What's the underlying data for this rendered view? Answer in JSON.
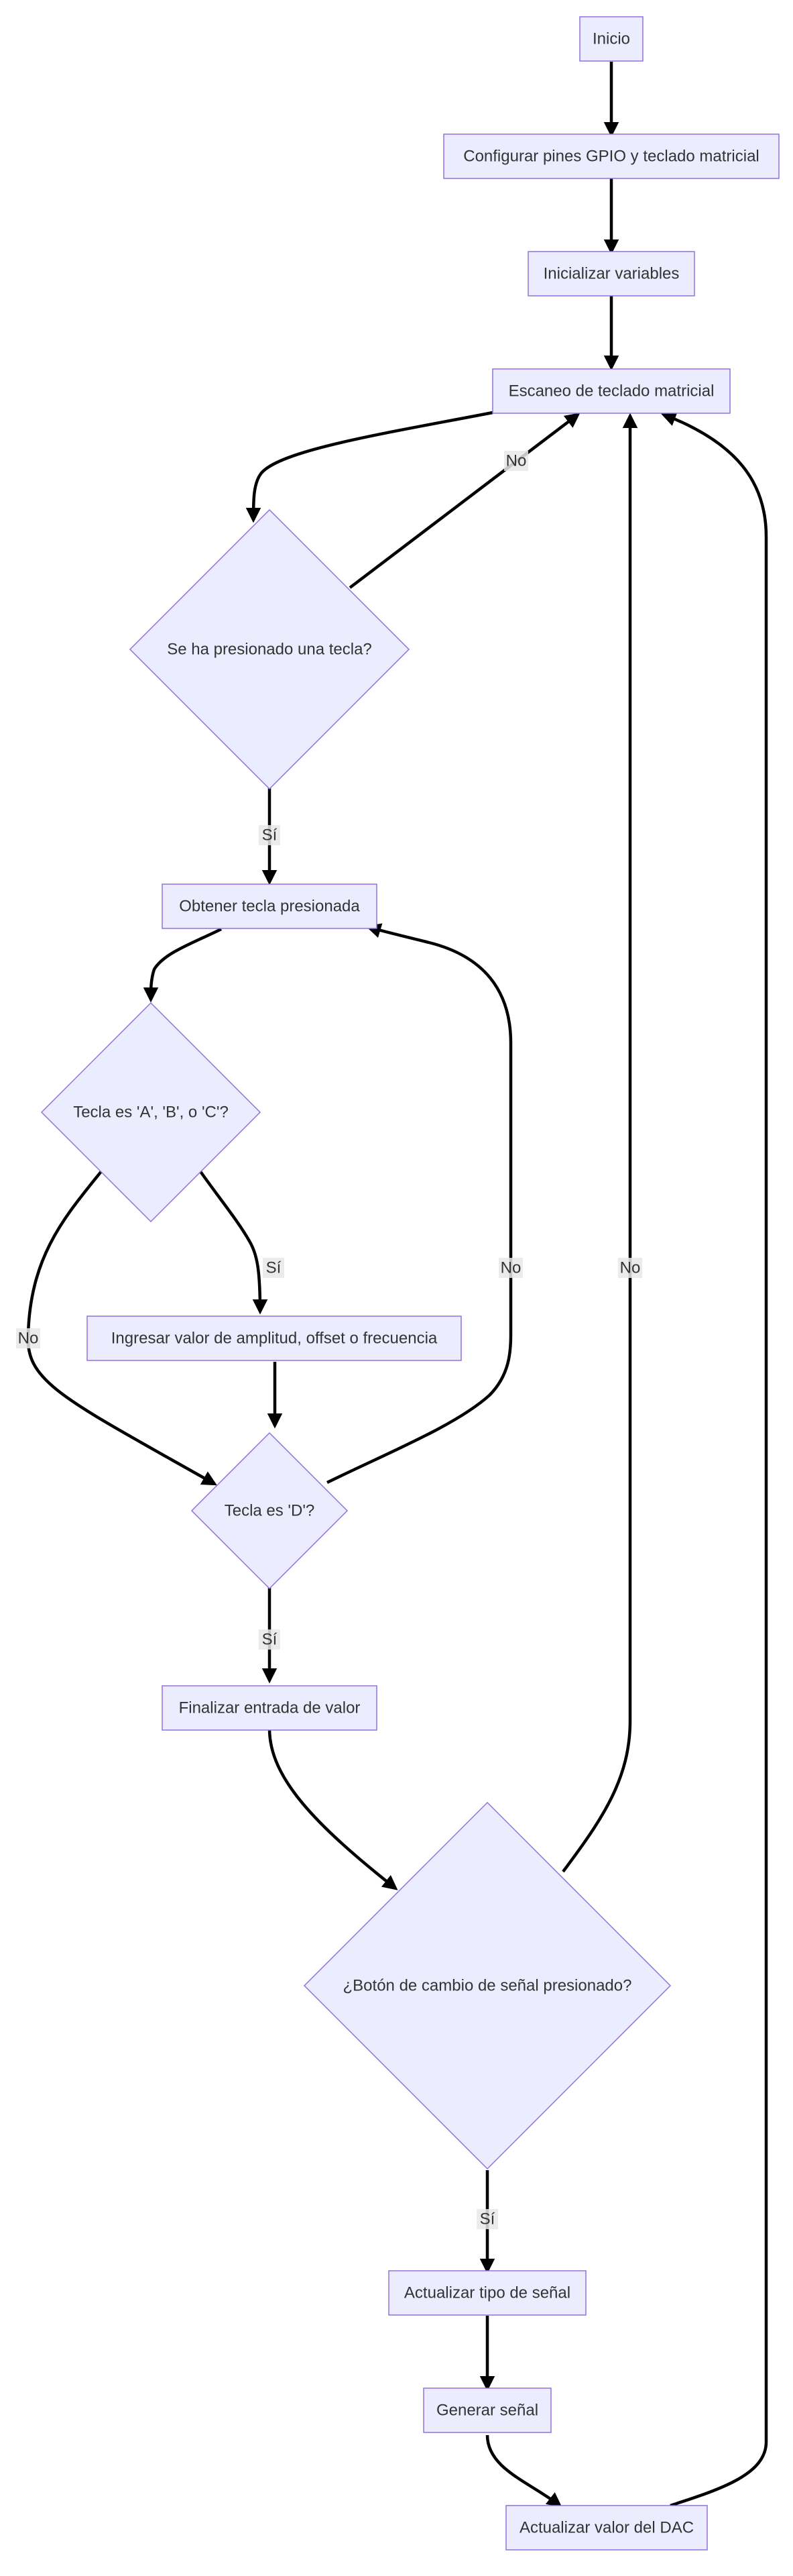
{
  "nodes": {
    "inicio": "Inicio",
    "configurar": "Configurar pines GPIO y teclado matricial",
    "inicializar": "Inicializar variables",
    "escaneo": "Escaneo de teclado matricial",
    "presionado": "Se ha presionado una tecla?",
    "obtener": "Obtener tecla presionada",
    "tecla_abc": "Tecla es 'A', 'B', o 'C'?",
    "ingresar": "Ingresar valor de amplitud, offset o frecuencia",
    "tecla_d": "Tecla es 'D'?",
    "finalizar": "Finalizar entrada de valor",
    "boton": "¿Botón de cambio de señal presionado?",
    "actualizar_tipo": "Actualizar tipo de señal",
    "generar": "Generar señal",
    "actualizar_dac": "Actualizar valor del DAC"
  },
  "edge_labels": {
    "presionado_no": "No",
    "presionado_si": "Sí",
    "abc_si": "Sí",
    "abc_no": "No",
    "d_no": "No",
    "d_si": "Sí",
    "boton_no": "No",
    "boton_si": "Sí"
  },
  "colors": {
    "node_fill": "#ECECFF",
    "node_stroke": "#9370DB",
    "edge": "#000000",
    "text": "#333333"
  }
}
